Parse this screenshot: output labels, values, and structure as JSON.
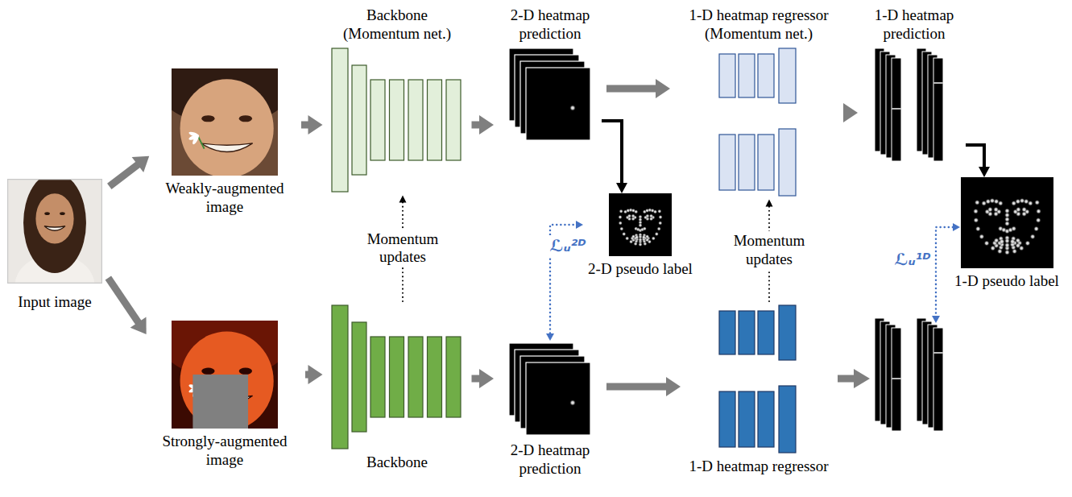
{
  "diagram": {
    "nodes": [
      {
        "text": [
          "Input image"
        ]
      },
      {
        "text": [
          "Weakly-augmented image"
        ]
      },
      {
        "text": [
          "Strongly-augmented image"
        ]
      },
      {
        "text": [
          "Backbone (Momentum net.)"
        ]
      },
      {
        "text": [
          "Backbone"
        ]
      },
      {
        "text": [
          "2-D heatmap prediction"
        ]
      },
      {
        "text": [
          "2-D pseudo label"
        ]
      },
      {
        "text": [
          "2-D heatmap prediction"
        ]
      },
      {
        "text": [
          "1-D heatmap regressor (Momentum net.)"
        ]
      },
      {
        "text": [
          "1-D heatmap regressor"
        ]
      },
      {
        "text": [
          "1-D heatmap prediction"
        ]
      },
      {
        "text": [
          "1-D pseudo label"
        ]
      }
    ],
    "edges": [
      {
        "from": 0,
        "to": 1,
        "arrow": "to"
      },
      {
        "from": 0,
        "to": 2,
        "arrow": "to"
      },
      {
        "from": 1,
        "to": 3,
        "arrow": "to"
      },
      {
        "from": 2,
        "to": 4,
        "arrow": "to"
      },
      {
        "from": 3,
        "to": 5,
        "arrow": "to"
      },
      {
        "from": 4,
        "to": 7,
        "arrow": "to"
      },
      {
        "from": 5,
        "to": 6,
        "arrow": "to"
      },
      {
        "from": 6,
        "to": 7,
        "label": "ℒᵤ²ᴰ",
        "arrow": "both"
      },
      {
        "from": 4,
        "to": 3,
        "label": "Momentum updates",
        "arrow": "to"
      },
      {
        "from": 5,
        "to": 8,
        "arrow": "to"
      },
      {
        "from": 7,
        "to": 9,
        "arrow": "to"
      },
      {
        "from": 9,
        "to": 8,
        "label": "Momentum updates",
        "arrow": "to"
      },
      {
        "from": 8,
        "to": 10,
        "arrow": "to"
      },
      {
        "from": 10,
        "to": 11,
        "arrow": "to"
      }
    ],
    "labels": [
      "ℒᵤ¹ᴰ"
    ]
  }
}
